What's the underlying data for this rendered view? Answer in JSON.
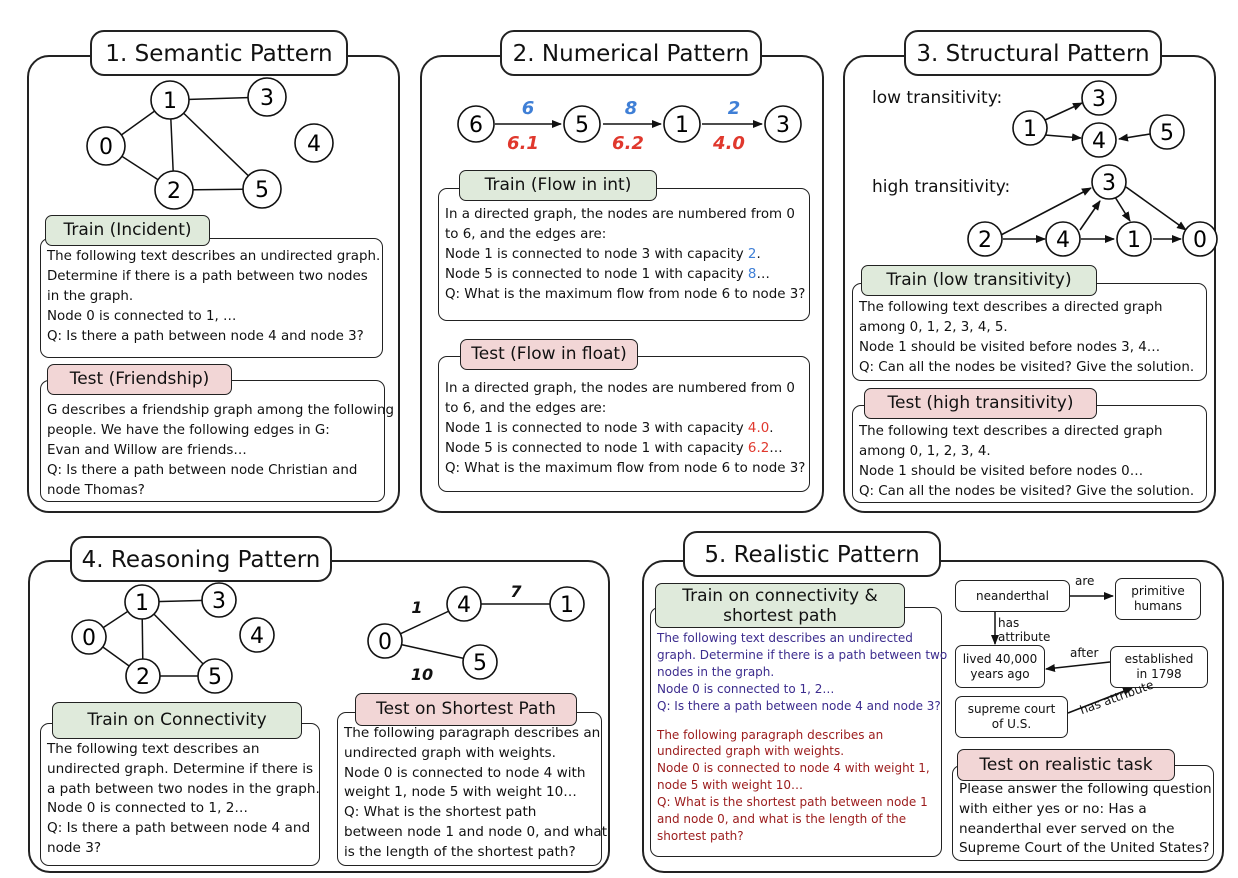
{
  "p1": {
    "title": "1. Semantic Pattern",
    "nodes": [
      "0",
      "1",
      "2",
      "3",
      "4",
      "5"
    ],
    "train": {
      "tag": "Train (Incident)",
      "lines": [
        "The following text describes an undirected graph.",
        "Determine if there is a path between two nodes",
        "in the graph.",
        "Node 0 is connected to 1, …",
        "Q: Is there a path between node 4 and node 3?"
      ]
    },
    "test": {
      "tag": "Test (Friendship)",
      "lines": [
        "G describes a friendship graph among the following",
        "people. We have the following edges in G:",
        "Evan and Willow are friends…",
        "Q: Is there a path between node Christian and",
        "node Thomas?"
      ]
    }
  },
  "p2": {
    "title": "2. Numerical Pattern",
    "nodes": [
      "6",
      "5",
      "1",
      "3"
    ],
    "int_caps": [
      "6",
      "8",
      "2"
    ],
    "float_caps": [
      "6.1",
      "6.2",
      "4.0"
    ],
    "train": {
      "tag": "Train (Flow in int)",
      "l1": "In a directed graph, the nodes are numbered from 0",
      "l2": "to 6, and the edges are:",
      "l3": "Node 1 is connected to node 3 with capacity ",
      "l3v": "2",
      "l3e": ".",
      "l4": "Node 5 is connected to node 1 with capacity ",
      "l4v": "8",
      "l4e": "…",
      "l5": "Q: What is the maximum flow from node 6 to node 3?"
    },
    "test": {
      "tag": "Test (Flow in float)",
      "l1": "In a directed graph, the nodes are numbered from 0",
      "l2": "to 6, and the edges are:",
      "l3": "Node 1 is connected to node 3 with capacity ",
      "l3v": "4.0",
      "l3e": ".",
      "l4": "Node 5 is connected to node 1 with capacity ",
      "l4v": "6.2",
      "l4e": "…",
      "l5": "Q: What is the maximum flow from node 6 to node 3?"
    }
  },
  "p3": {
    "title": "3. Structural Pattern",
    "low_label": "low transitivity:",
    "high_label": "high transitivity:",
    "low_nodes": [
      "1",
      "3",
      "4",
      "5"
    ],
    "high_nodes": [
      "2",
      "4",
      "3",
      "1",
      "0"
    ],
    "train": {
      "tag": "Train (low transitivity)",
      "lines": [
        "The following text describes a directed graph",
        "among 0, 1, 2, 3, 4, 5.",
        "Node 1 should be visited before nodes 3, 4…",
        "Q: Can all the nodes be visited? Give the solution."
      ]
    },
    "test": {
      "tag": "Test (high transitivity)",
      "lines": [
        "The following text describes a directed graph",
        "among 0, 1, 2, 3, 4.",
        "Node 1 should be visited before nodes 0…",
        "Q: Can all the nodes be visited? Give the solution."
      ]
    }
  },
  "p4": {
    "title": "4. Reasoning Pattern",
    "nodes": [
      "0",
      "1",
      "2",
      "3",
      "4",
      "5"
    ],
    "w_nodes": [
      "0",
      "4",
      "1",
      "5"
    ],
    "weights": [
      "1",
      "7",
      "10"
    ],
    "train": {
      "tag": "Train on Connectivity",
      "lines": [
        "The following text describes an",
        "undirected graph. Determine if there is",
        "a path between two nodes in the graph.",
        "Node 0 is connected to 1, 2…",
        "Q: Is there a path between node 4 and",
        "node 3?"
      ]
    },
    "test": {
      "tag": "Test on Shortest Path",
      "lines": [
        "The following paragraph describes an",
        "undirected graph with weights.",
        "Node 0 is connected to node 4 with",
        "weight 1, node 5 with weight 10…",
        "Q: What is the shortest path",
        "between node 1 and node 0, and what",
        "is the length of the shortest path?"
      ]
    }
  },
  "p5": {
    "title": "5. Realistic Pattern",
    "train": {
      "tag_l1": "Train on connectivity &",
      "tag_l2": "shortest path",
      "blue_lines": [
        "The following text describes an undirected",
        "graph. Determine if there is a path between two",
        "nodes in the graph.",
        "Node 0 is connected to 1, 2…",
        "Q: Is there a path between node 4 and node 3?"
      ],
      "red_lines": [
        "The following paragraph describes an",
        "undirected graph with weights.",
        "Node 0 is connected to node 4 with weight 1,",
        "node 5 with weight 10…",
        "Q: What is the shortest path between node 1",
        "and node 0, and what is the length of the",
        "shortest path?"
      ]
    },
    "kg": {
      "neanderthal": "neanderthal",
      "primitive_l1": "primitive",
      "primitive_l2": "humans",
      "lived_l1": "lived 40,000",
      "lived_l2": "years ago",
      "established_l1": "established",
      "established_l2": "in 1798",
      "court_l1": "supreme court",
      "court_l2": "of U.S.",
      "edge_are": "are",
      "edge_has_attr_l1": "has",
      "edge_has_attr_l2": "attribute",
      "edge_after": "after",
      "edge_has_attribute": "has attribute"
    },
    "test": {
      "tag": "Test on realistic task",
      "lines": [
        "Please answer the following question",
        "with either yes or no: Has a",
        "neanderthal ever served on the",
        "Supreme Court of the United States?"
      ]
    }
  }
}
